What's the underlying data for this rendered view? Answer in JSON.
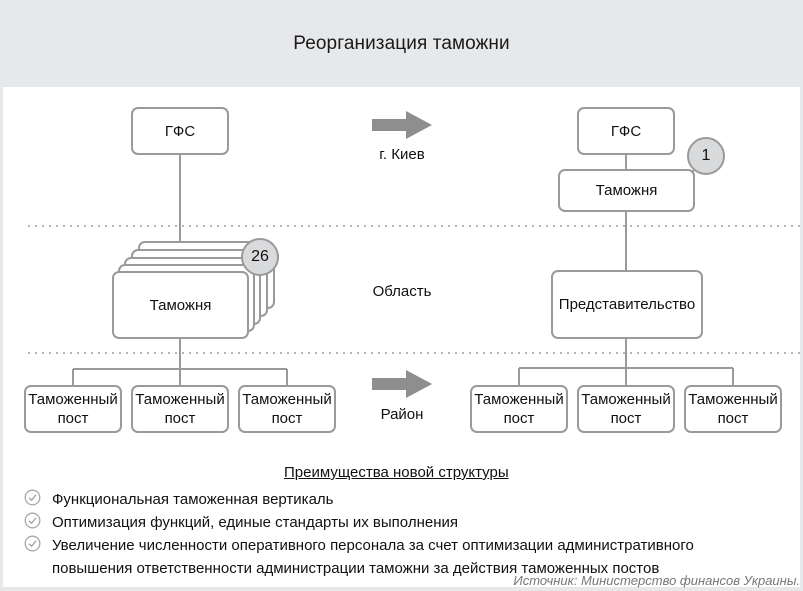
{
  "header": {
    "title": "Реорганизация таможни"
  },
  "levels": {
    "kyiv": "г. Киев",
    "oblast": "Область",
    "raion": "Район"
  },
  "before": {
    "gfs": "ГФС",
    "customs": "Таможня",
    "customs_count": "26",
    "posts": [
      {
        "line1": "Таможенный",
        "line2": "пост"
      },
      {
        "line1": "Таможенный",
        "line2": "пост"
      },
      {
        "line1": "Таможенный",
        "line2": "пост"
      }
    ]
  },
  "after": {
    "gfs": "ГФС",
    "customs": "Таможня",
    "customs_count": "1",
    "representation": "Представительство",
    "posts": [
      {
        "line1": "Таможенный",
        "line2": "пост"
      },
      {
        "line1": "Таможенный",
        "line2": "пост"
      },
      {
        "line1": "Таможенный",
        "line2": "пост"
      }
    ]
  },
  "benefits": {
    "title": "Преимущества новой структуры",
    "items": [
      {
        "text": "Функциональная таможенная вертикаль"
      },
      {
        "text": "Оптимизация функций, единые стандарты их выполнения"
      },
      {
        "text": "Увеличение численности оперативного персонала за счет оптимизации административного",
        "text2": "повышения ответственности администрации таможни за действия таможенных постов"
      }
    ]
  },
  "source": "Источник: Министерство финансов Украины.",
  "colors": {
    "header_bg": "#e7e8ea",
    "line": "#9a9a9a",
    "arrow": "#8e8e8e",
    "badge_bg": "#d9dadc"
  }
}
